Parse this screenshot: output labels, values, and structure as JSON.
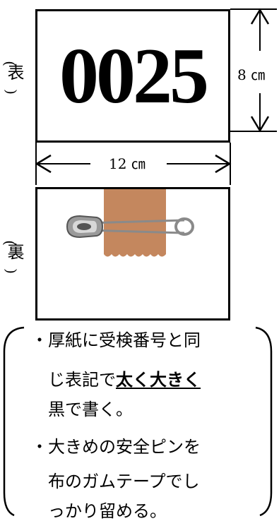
{
  "front": {
    "side_label": "表",
    "number": "0025",
    "height_label": "8 ㎝"
  },
  "width_label": "12 ㎝",
  "back": {
    "side_label": "裏"
  },
  "notes": [
    {
      "bullet": "・",
      "lines": [
        {
          "text": "厚紙に受検番号と同"
        },
        {
          "text_before": "じ表記で",
          "emphasis": "太く大きく"
        },
        {
          "text": "黒で書く。"
        }
      ]
    },
    {
      "bullet": "・",
      "lines": [
        {
          "text": "大きめの安全ピンを"
        },
        {
          "text": "布のガムテープでし"
        },
        {
          "text": "っかり留める。"
        }
      ]
    }
  ]
}
